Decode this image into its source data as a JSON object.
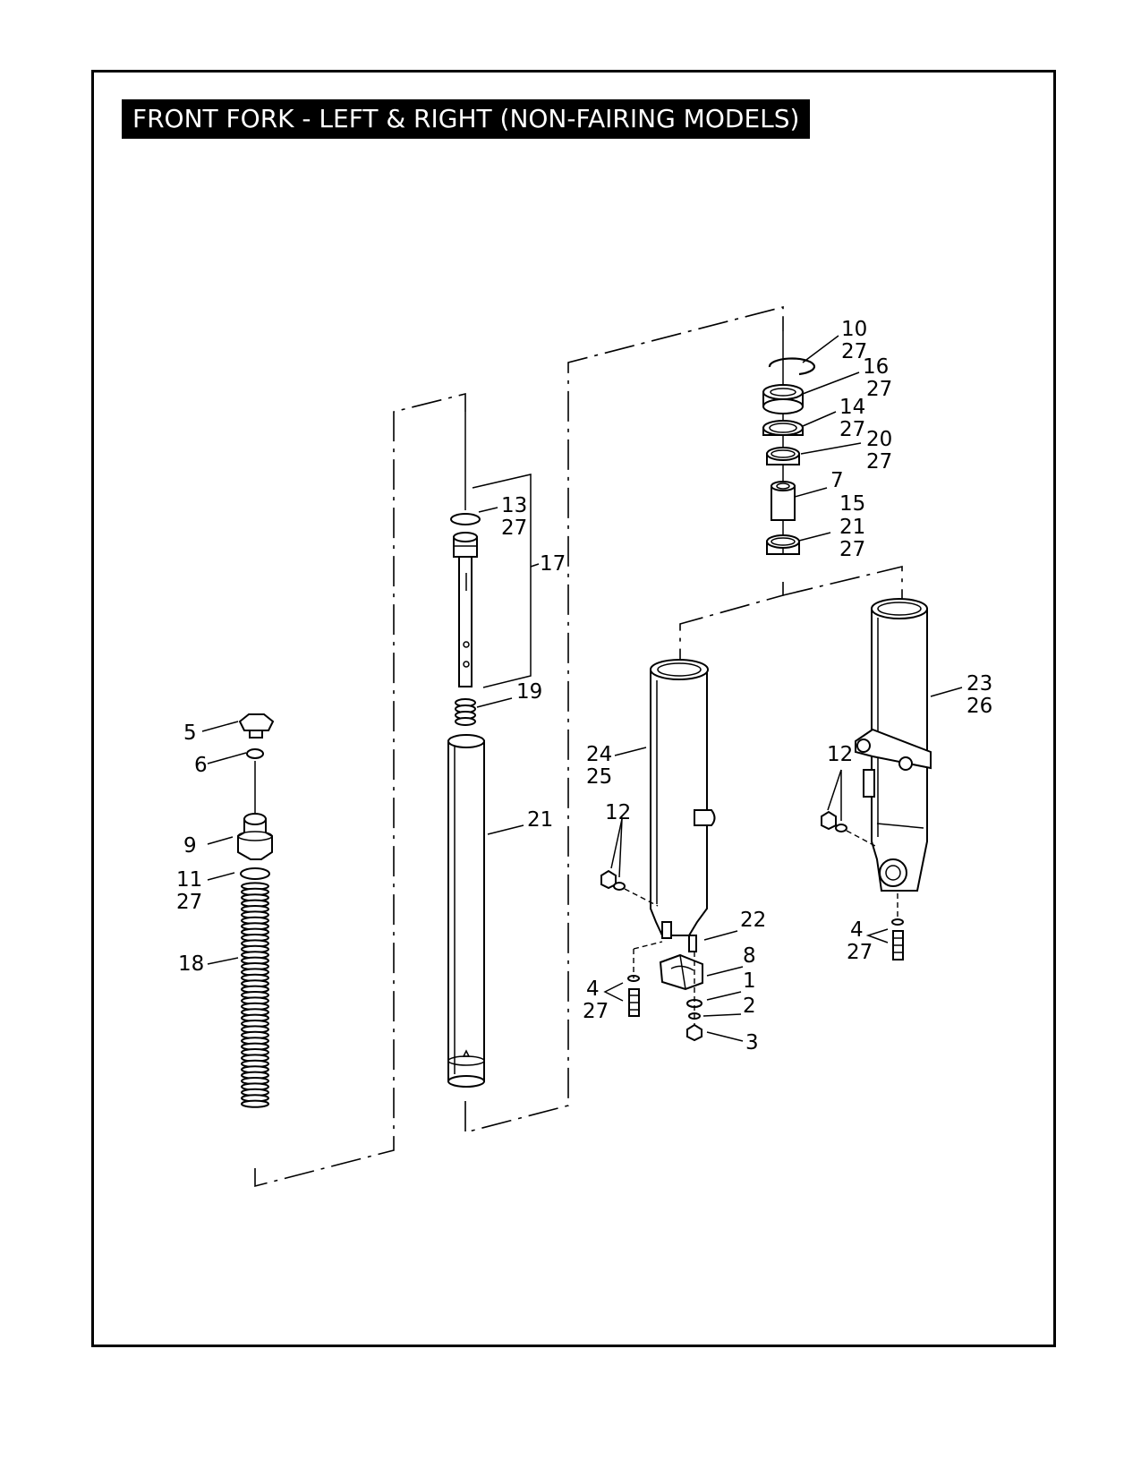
{
  "title": "FRONT FORK - LEFT & RIGHT (NON-FAIRING MODELS)",
  "callouts": [
    {
      "id": "c5",
      "text": "5"
    },
    {
      "id": "c6",
      "text": "6"
    },
    {
      "id": "c9",
      "text": "9"
    },
    {
      "id": "c11",
      "text": "11"
    },
    {
      "id": "c11b",
      "text": "27"
    },
    {
      "id": "c18",
      "text": "18"
    },
    {
      "id": "c13",
      "text": "13"
    },
    {
      "id": "c13b",
      "text": "27"
    },
    {
      "id": "c17",
      "text": "17"
    },
    {
      "id": "c19",
      "text": "19"
    },
    {
      "id": "c21a",
      "text": "21"
    },
    {
      "id": "c10",
      "text": "10"
    },
    {
      "id": "c10b",
      "text": "27"
    },
    {
      "id": "c16",
      "text": "16"
    },
    {
      "id": "c16b",
      "text": "27"
    },
    {
      "id": "c14",
      "text": "14"
    },
    {
      "id": "c14b",
      "text": "27"
    },
    {
      "id": "c20",
      "text": "20"
    },
    {
      "id": "c20b",
      "text": "27"
    },
    {
      "id": "c7",
      "text": "7"
    },
    {
      "id": "c15",
      "text": "15"
    },
    {
      "id": "c21b",
      "text": "21"
    },
    {
      "id": "c21c",
      "text": "27"
    },
    {
      "id": "c23",
      "text": "23"
    },
    {
      "id": "c26",
      "text": "26"
    },
    {
      "id": "c24",
      "text": "24"
    },
    {
      "id": "c25",
      "text": "25"
    },
    {
      "id": "c12a",
      "text": "12"
    },
    {
      "id": "c12b",
      "text": "12"
    },
    {
      "id": "c22",
      "text": "22"
    },
    {
      "id": "c8",
      "text": "8"
    },
    {
      "id": "c1",
      "text": "1"
    },
    {
      "id": "c2",
      "text": "2"
    },
    {
      "id": "c3",
      "text": "3"
    },
    {
      "id": "c4a",
      "text": "4"
    },
    {
      "id": "c4ab",
      "text": "27"
    },
    {
      "id": "c4b",
      "text": "4"
    },
    {
      "id": "c4bb",
      "text": "27"
    }
  ]
}
